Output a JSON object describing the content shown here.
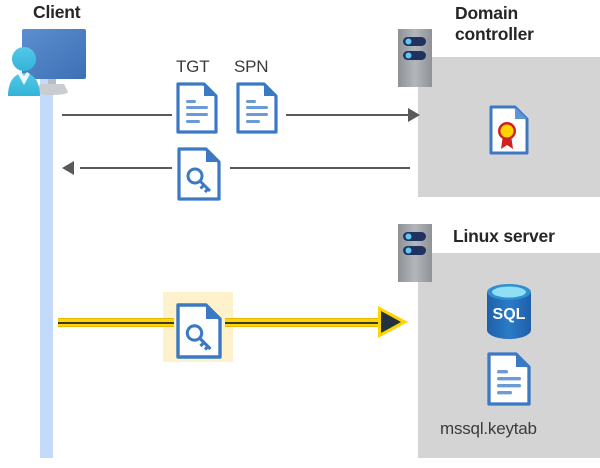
{
  "diagram": {
    "title_client": "Client",
    "title_domain_controller": "Domain\ncontroller",
    "title_domain_controller_line1": "Domain",
    "title_domain_controller_line2": "controller",
    "title_linux_server": "Linux server",
    "keytab_caption": "mssql.keytab",
    "labels": {
      "tgt": "TGT",
      "spn": "SPN"
    },
    "icons": {
      "client": "client-workstation-icon",
      "server_rack": "server-rack-icon",
      "tgt_document": "document-icon",
      "spn_document": "document-icon",
      "key_document": "key-document-icon",
      "certificate_document": "certificate-document-icon",
      "sql_database": "sql-database-icon",
      "keytab_document": "document-icon"
    },
    "flows": [
      {
        "name": "client-to-dc-request",
        "direction": "right",
        "from": "Client",
        "to": "Domain controller",
        "carries": [
          "TGT",
          "SPN"
        ],
        "style": "gray"
      },
      {
        "name": "dc-to-client-ticket",
        "direction": "left",
        "from": "Domain controller",
        "to": "Client",
        "carries": [
          "service ticket"
        ],
        "style": "gray"
      },
      {
        "name": "client-to-linux-ticket",
        "direction": "right",
        "from": "Client",
        "to": "Linux server",
        "carries": [
          "service ticket"
        ],
        "style": "yellow-highlight"
      }
    ],
    "colors": {
      "panel_gray": "#d4d4d4",
      "lifeline_blue": "#c3dafb",
      "highlight_yellow": "#fdf2cc",
      "arrow_yellow": "#ffd400",
      "arrow_gray": "#595959",
      "doc_blue": "#3b79c4",
      "title_text": "#262626"
    }
  }
}
